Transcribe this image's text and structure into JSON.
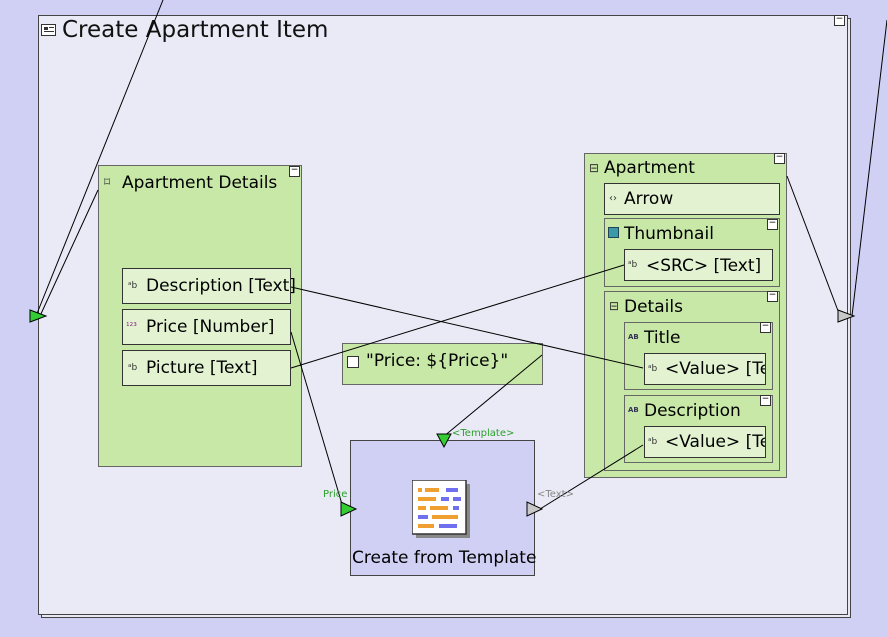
{
  "diagram": {
    "title": "Create Apartment Item",
    "collapse_glyph": "−",
    "source": {
      "title": "Apartment Details",
      "fields": [
        {
          "label": "Description [Text]",
          "icon": "ᵃb"
        },
        {
          "label": "Price [Number]",
          "icon": "¹²³"
        },
        {
          "label": "Picture [Text]",
          "icon": "ᵃb"
        }
      ]
    },
    "constant": {
      "label": "\"Price: ${Price}\""
    },
    "function": {
      "title": "Create from Template",
      "pins": {
        "template": "<Template>",
        "price": "Price",
        "text": "<Text>"
      }
    },
    "target": {
      "title": "Apartment",
      "arrow": "Arrow",
      "thumbnail": {
        "title": "Thumbnail",
        "src": "<SRC> [Text]"
      },
      "details": {
        "title": "Details",
        "title_group": {
          "title": "Title",
          "value": "<Value> [Te"
        },
        "description_group": {
          "title": "Description",
          "value": "<Value> [Te"
        }
      }
    },
    "colors": {
      "canvas": "#d0d0f4",
      "node_green": "#c8e8a8",
      "field_green": "#e3f3d2",
      "function_blue": "#d0d0f4",
      "pin_active": "#33cc33",
      "pin_inactive": "#c8c8c8"
    }
  }
}
